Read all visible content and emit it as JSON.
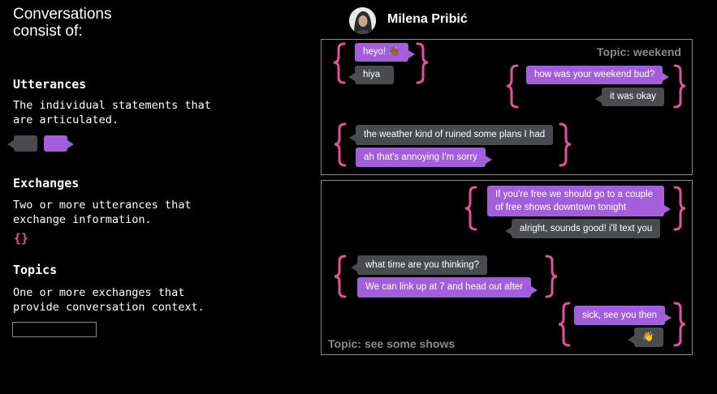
{
  "left": {
    "title": "Conversations consist of:",
    "utterances_heading": "Utterances",
    "utterances_desc": "The individual statements that are articulated.",
    "exchanges_heading": "Exchanges",
    "exchanges_desc": "Two or more utterances that exchange information.",
    "exchanges_symbol": "{}",
    "topics_heading": "Topics",
    "topics_desc": "One or more exchanges that provide conversation context."
  },
  "header": {
    "name": "Milena Pribić"
  },
  "topic1": {
    "label": "Topic: weekend",
    "msgs": [
      "heyo! 👋🏾",
      "hiya",
      "how was your weekend bud?",
      "it was okay",
      "the weather kind of ruined some plans I had",
      "ah that's annoying I'm sorry"
    ]
  },
  "topic2": {
    "label": "Topic: see some shows",
    "msgs": [
      "If you're free we should go to a couple of free shows downtown tonight",
      "alright, sounds good! i'll text you",
      "what time are you thinking?",
      "We can link up at 7 and head out after",
      "sick, see you then",
      "👋"
    ]
  },
  "colors": {
    "purple": "#a35fd9",
    "gray": "#4a4b4f",
    "brace": "#e0519e",
    "border": "#8a8a8a"
  }
}
